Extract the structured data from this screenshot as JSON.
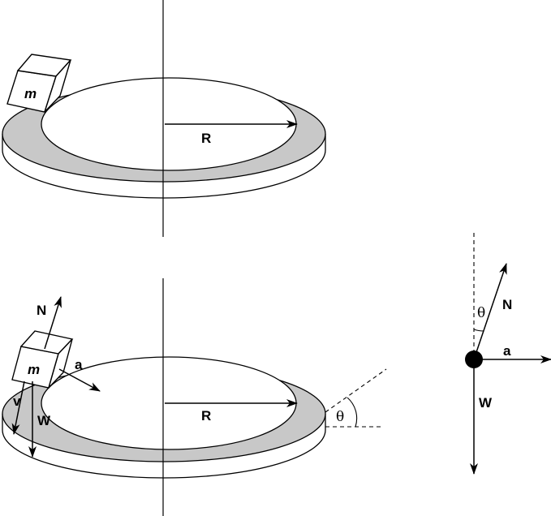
{
  "top_figure": {
    "mass_label": "m",
    "radius_label": "R"
  },
  "bottom_figure": {
    "mass_label": "m",
    "normal_label": "N",
    "accel_label": "a",
    "velocity_label": "v",
    "weight_label": "W",
    "radius_label": "R",
    "angle_label": "θ"
  },
  "free_body": {
    "angle_label": "θ",
    "normal_label": "N",
    "accel_label": "a",
    "weight_label": "W"
  },
  "colors": {
    "track_fill": "#c8c8c8",
    "stroke": "#000000",
    "background": "#ffffff"
  }
}
